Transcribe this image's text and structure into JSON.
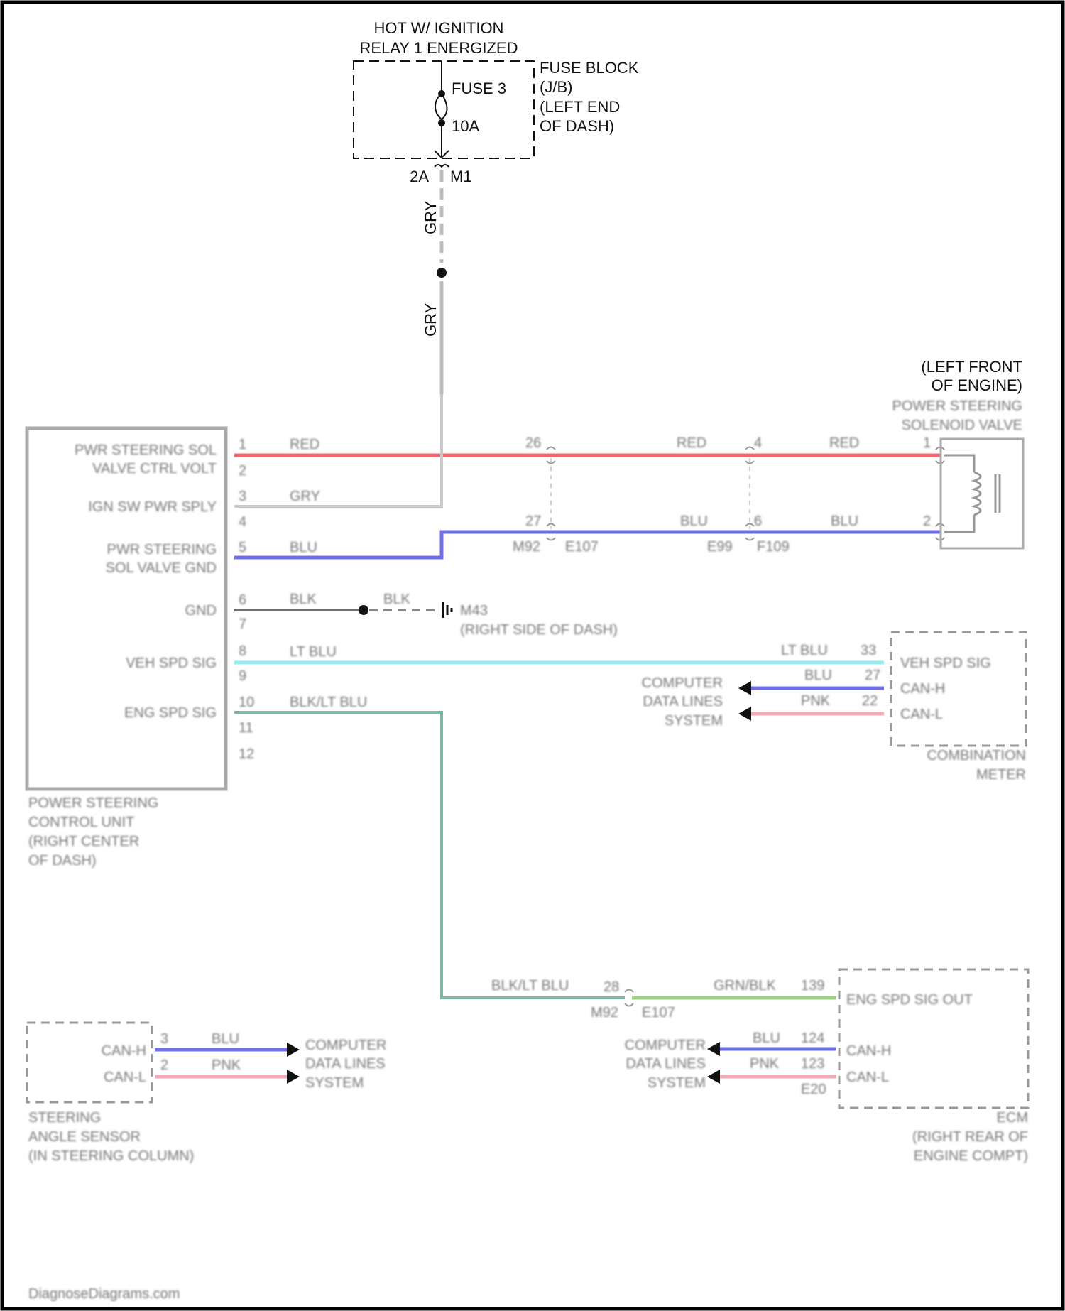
{
  "colors": {
    "red": "#f4676f",
    "blu": "#6f6fe8",
    "gry": "#bdbdbd",
    "blk": "#707070",
    "lt_blu": "#93ecef",
    "blk_lt_blu": "#7fb8a8",
    "grn_blk": "#9ccf88",
    "pnk": "#f1aab5",
    "frame": "#000000"
  },
  "icons": [
    "fuse-icon",
    "ground-icon",
    "solenoid-coil-icon",
    "arrow-left-icon",
    "arrow-right-icon",
    "splice-dot-icon"
  ],
  "power": {
    "source_line1": "HOT W/ IGNITION",
    "source_line2": "RELAY 1 ENERGIZED",
    "fuse_name": "FUSE 3",
    "fuse_rating": "10A",
    "fuse_block_line1": "FUSE BLOCK",
    "fuse_block_line2": "(J/B)",
    "fuse_block_line3": "(LEFT END",
    "fuse_block_line4": "OF DASH)",
    "connector_pin": "2A",
    "connector_name": "M1",
    "wire_upper": "GRY",
    "wire_lower": "GRY"
  },
  "control_unit": {
    "pins": [
      "1",
      "2",
      "3",
      "4",
      "5",
      "6",
      "7",
      "8",
      "9",
      "10",
      "11",
      "12"
    ],
    "labels": {
      "sol_ctrl_1": "PWR STEERING SOL",
      "sol_ctrl_2": "VALVE CTRL VOLT",
      "ign_pwr": "IGN SW PWR SPLY",
      "sol_gnd_1": "PWR STEERING",
      "sol_gnd_2": "SOL VALVE GND",
      "gnd": "GND",
      "veh_spd": "VEH SPD SIG",
      "eng_spd": "ENG SPD SIG"
    },
    "name_lines": [
      "POWER STEERING",
      "CONTROL UNIT",
      "(RIGHT CENTER",
      "OF DASH)"
    ]
  },
  "wires": {
    "red_1": "RED",
    "red_2": "RED",
    "red_3": "RED",
    "gry": "GRY",
    "blu_1": "BLU",
    "blu_2": "BLU",
    "blu_3": "BLU",
    "blk_1": "BLK",
    "blk_2": "BLK",
    "lt_blu_1": "LT BLU",
    "lt_blu_2": "LT BLU",
    "blk_lt_blu_1": "BLK/LT BLU",
    "blk_lt_blu_2": "BLK/LT BLU",
    "grn_blk": "GRN/BLK",
    "can_blu_meter": "BLU",
    "can_pnk_meter": "PNK",
    "can_blu_ecm": "BLU",
    "can_pnk_ecm": "PNK",
    "can_blu_sensor": "BLU",
    "can_pnk_sensor": "PNK"
  },
  "connectors": {
    "c1_pin_red": "26",
    "c1_pin_blu": "27",
    "c1_left": "M92",
    "c1_right": "E107",
    "c2_pin_red": "4",
    "c2_pin_blu": "6",
    "c2_left": "E99",
    "c2_right": "F109",
    "c3_pin": "28",
    "c3_left": "M92",
    "c3_right": "E107"
  },
  "ground": {
    "name": "M43",
    "location": "(RIGHT SIDE OF DASH)"
  },
  "solenoid": {
    "location_line1": "(LEFT FRONT",
    "location_line2": "OF ENGINE)",
    "name_line1": "POWER STEERING",
    "name_line2": "SOLENOID VALVE",
    "pin_top": "1",
    "pin_bottom": "2"
  },
  "meter": {
    "pin_veh_spd": "33",
    "pin_can_h": "27",
    "pin_can_l": "22",
    "label_veh_spd": "VEH SPD SIG",
    "label_can_h": "CAN-H",
    "label_can_l": "CAN-L",
    "name_line1": "COMBINATION",
    "name_line2": "METER",
    "bus_line1": "COMPUTER",
    "bus_line2": "DATA LINES",
    "bus_line3": "SYSTEM"
  },
  "ecm": {
    "pin_eng_spd": "139",
    "pin_can_h": "124",
    "pin_can_l": "123",
    "connector": "E20",
    "label_eng_spd": "ENG SPD SIG OUT",
    "label_can_h": "CAN-H",
    "label_can_l": "CAN-L",
    "name_line1": "ECM",
    "name_line2": "(RIGHT REAR OF",
    "name_line3": "ENGINE COMPT)",
    "bus_line1": "COMPUTER",
    "bus_line2": "DATA LINES",
    "bus_line3": "SYSTEM"
  },
  "sensor": {
    "pin_can_h": "3",
    "pin_can_l": "2",
    "label_can_h": "CAN-H",
    "label_can_l": "CAN-L",
    "name_line1": "STEERING",
    "name_line2": "ANGLE SENSOR",
    "name_line3": "(IN STEERING COLUMN)",
    "bus_line1": "COMPUTER",
    "bus_line2": "DATA LINES",
    "bus_line3": "SYSTEM"
  },
  "watermark": "DiagnoseDiagrams.com"
}
